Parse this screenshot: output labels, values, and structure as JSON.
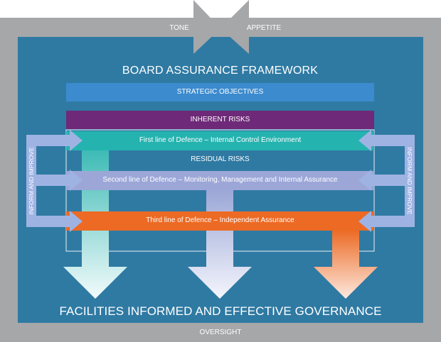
{
  "top": {
    "left_label": "TONE",
    "right_label": "APPETITE"
  },
  "title": "BOARD ASSURANCE FRAMEWORK",
  "bars": {
    "strategic": "STRATEGIC OBJECTIVES",
    "inherent": "INHERENT RISKS",
    "first": "First line of Defence – Internal Control Environment",
    "residual": "RESIDUAL RISKS",
    "second": "Second line of Defence – Monitoring, Management and Internal Assurance",
    "third": "Third line of Defence – Independent Assurance"
  },
  "side": {
    "left": "INFORM AND IMPROVE",
    "right": "INFORM AND IMPROVE"
  },
  "bottom_title": "FACILITIES INFORMED AND EFFECTIVE GOVERNANCE",
  "footer": "OVERSIGHT",
  "colors": {
    "frame": "#a5a7a9",
    "panel": "#2f7aa3",
    "strategic": "#3c8bce",
    "inherent": "#6e2a78",
    "first": "#25b3b0",
    "second": "#9ca7d8",
    "third": "#ec6a24",
    "side_arrow": "#9fb3e3"
  }
}
